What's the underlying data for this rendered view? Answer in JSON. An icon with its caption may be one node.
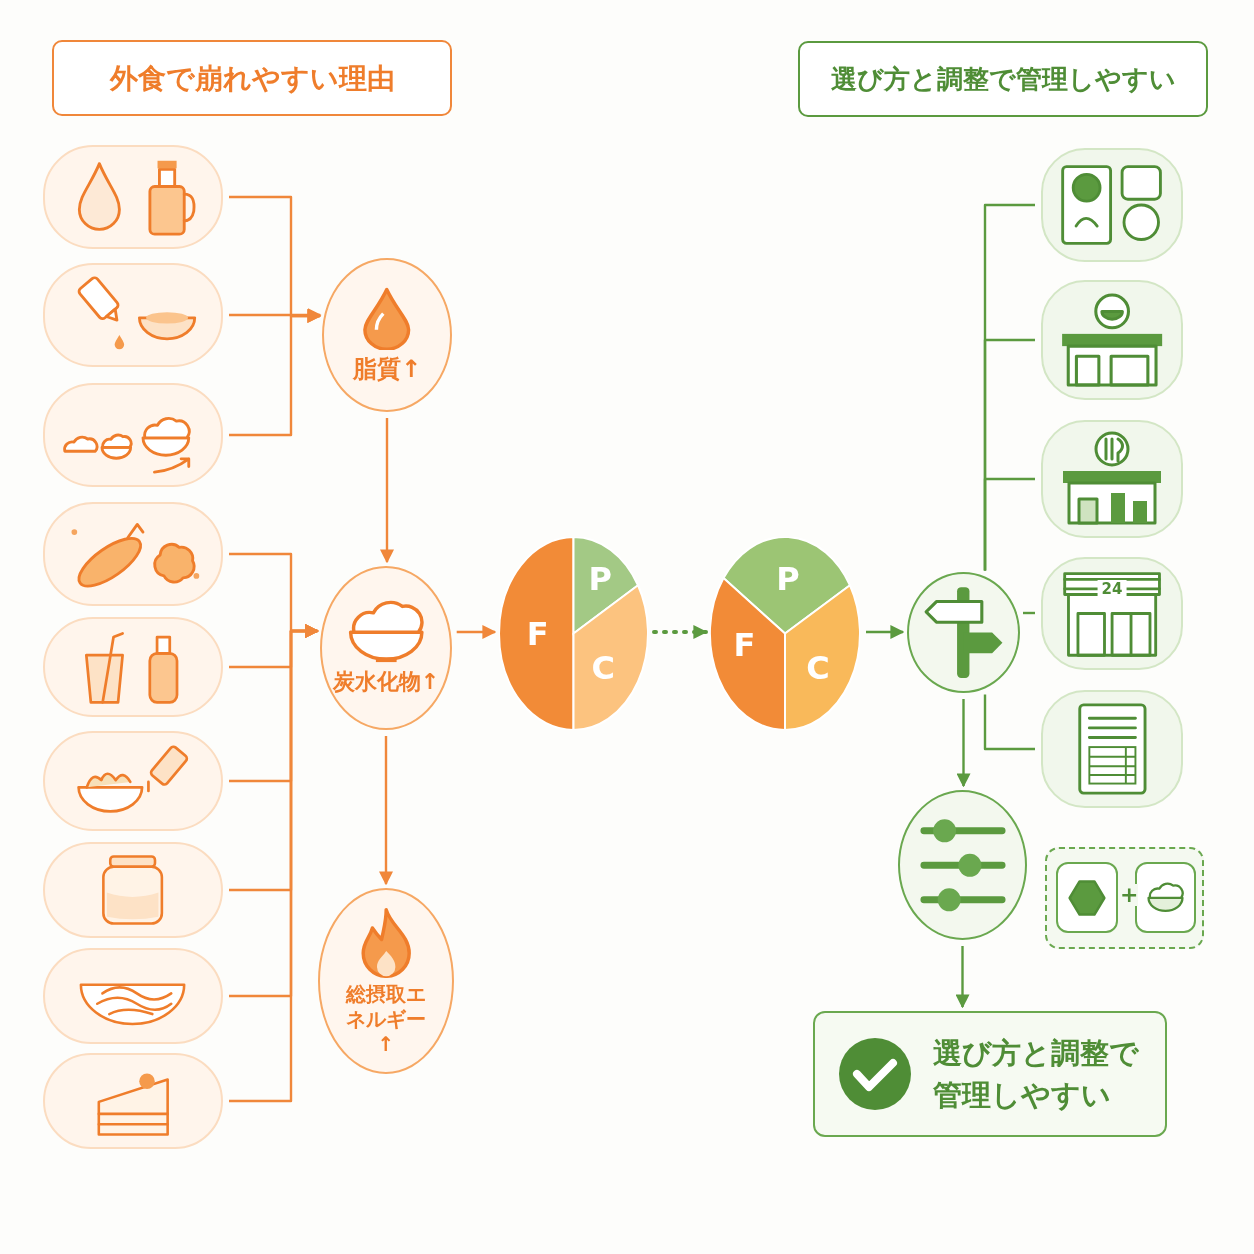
{
  "diagram": {
    "nodes": [
      {
        "text": [
          "外食で崩れやすい理由"
        ]
      },
      {
        "text": [
          "選び方と調整で管理しやすい"
        ]
      },
      {
        "text": [],
        "shape": "picture"
      },
      {
        "text": [],
        "shape": "picture"
      },
      {
        "text": [],
        "shape": "picture"
      },
      {
        "text": [],
        "shape": "picture"
      },
      {
        "text": [],
        "shape": "picture"
      },
      {
        "text": [],
        "shape": "picture"
      },
      {
        "text": [],
        "shape": "picture"
      },
      {
        "text": [],
        "shape": "picture"
      },
      {
        "text": [],
        "shape": "picture"
      },
      {
        "text": [
          "脂質↑"
        ]
      },
      {
        "text": [
          "炭水化物↑"
        ]
      },
      {
        "text": [
          "総摂取エネルギー↑"
        ]
      },
      {
        "text": [
          "F",
          "P",
          "C"
        ]
      },
      {
        "text": [
          "P",
          "F",
          "C"
        ]
      },
      {
        "text": [],
        "shape": "picture"
      },
      {
        "text": [],
        "shape": "picture"
      },
      {
        "text": [],
        "shape": "picture"
      },
      {
        "text": [],
        "shape": "picture"
      },
      {
        "text": [
          "24"
        ]
      },
      {
        "text": [],
        "shape": "picture"
      },
      {
        "text": [],
        "shape": "picture"
      },
      {
        "text": [],
        "shape": "box"
      },
      {
        "text": [],
        "shape": "picture",
        "in": 23
      },
      {
        "text": [],
        "shape": "picture",
        "in": 23
      },
      {
        "text": [
          "選び方と調整で管理しやすい"
        ]
      }
    ],
    "edges": [
      {
        "from": 2,
        "to": 11,
        "arrow": "to"
      },
      {
        "from": 3,
        "to": 11,
        "arrow": "to"
      },
      {
        "from": 4,
        "to": 11,
        "arrow": "to"
      },
      {
        "from": 5,
        "to": 12,
        "arrow": "to"
      },
      {
        "from": 6,
        "to": 12,
        "arrow": "to"
      },
      {
        "from": 7,
        "to": 12,
        "arrow": "to"
      },
      {
        "from": 8,
        "to": 12,
        "arrow": "to"
      },
      {
        "from": 9,
        "to": 12,
        "arrow": "to"
      },
      {
        "from": 10,
        "to": 12,
        "arrow": "to"
      },
      {
        "from": 11,
        "to": 12,
        "arrow": "to"
      },
      {
        "from": 12,
        "to": 13,
        "arrow": "to"
      },
      {
        "from": 12,
        "to": 14,
        "arrow": "to"
      },
      {
        "from": 14,
        "to": 15,
        "arrow": "to",
        "style": "dashed",
        "color": "#5b9a3f"
      },
      {
        "from": 15,
        "to": 16,
        "arrow": "to",
        "color": "#5b9a3f"
      },
      {
        "from": 16,
        "to": 17,
        "arrow": "none",
        "color": "#5b9a3f"
      },
      {
        "from": 16,
        "to": 18,
        "arrow": "none",
        "color": "#5b9a3f"
      },
      {
        "from": 16,
        "to": 19,
        "arrow": "none",
        "color": "#5b9a3f"
      },
      {
        "from": 16,
        "to": 20,
        "arrow": "none",
        "color": "#5b9a3f"
      },
      {
        "from": 16,
        "to": 21,
        "arrow": "none",
        "color": "#5b9a3f"
      },
      {
        "from": 16,
        "to": 22,
        "arrow": "to",
        "color": "#5b9a3f"
      },
      {
        "from": 22,
        "to": 26,
        "arrow": "to",
        "color": "#5b9a3f"
      }
    ],
    "labels": [
      "+"
    ]
  }
}
